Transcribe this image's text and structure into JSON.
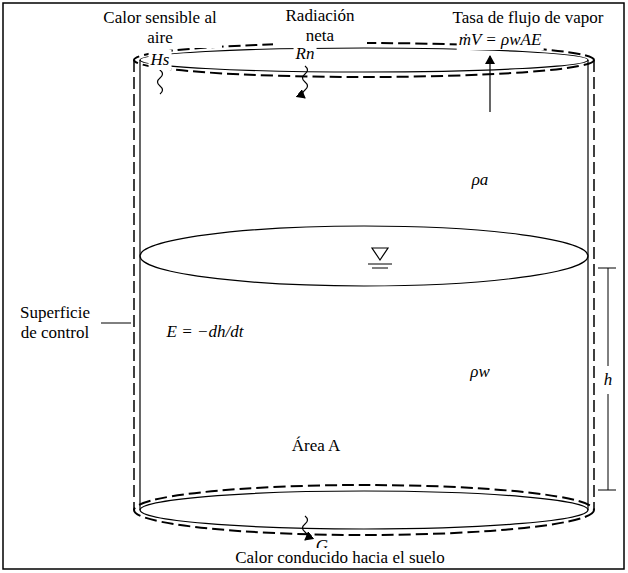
{
  "diagram": {
    "labels": [
      "Calor sensible al aire",
      "Hs",
      "Radiación neta",
      "Rn",
      "Tasa de flujo de vapor",
      "ṁV = ρwAE",
      "ρa",
      "Superficie de control",
      "E = −dh/dt",
      "ρw",
      "h",
      "Área A",
      "G",
      "Calor conducido hacia el suelo"
    ]
  }
}
